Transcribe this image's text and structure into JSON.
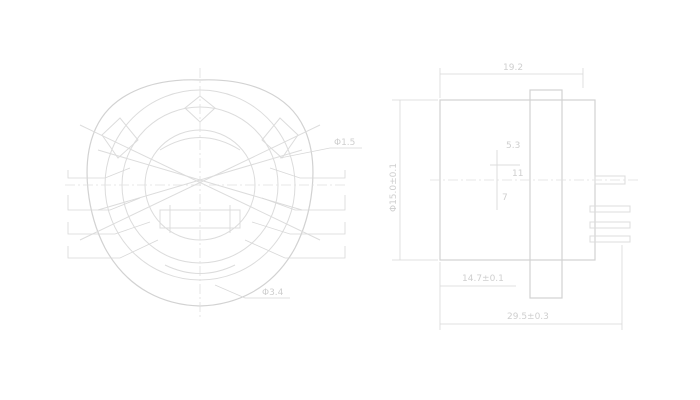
{
  "front_view": {
    "callout_top": "Φ1.5",
    "callout_bottom": "Φ3.4"
  },
  "side_view": {
    "dim_top": "19.2",
    "dim_left": "Φ15.0±0.1",
    "dim_inner_a": "5.3",
    "dim_inner_b": "11",
    "dim_inner_c": "7",
    "dim_bottom_inner": "14.7±0.1",
    "dim_bottom_outer": "29.5±0.3"
  }
}
